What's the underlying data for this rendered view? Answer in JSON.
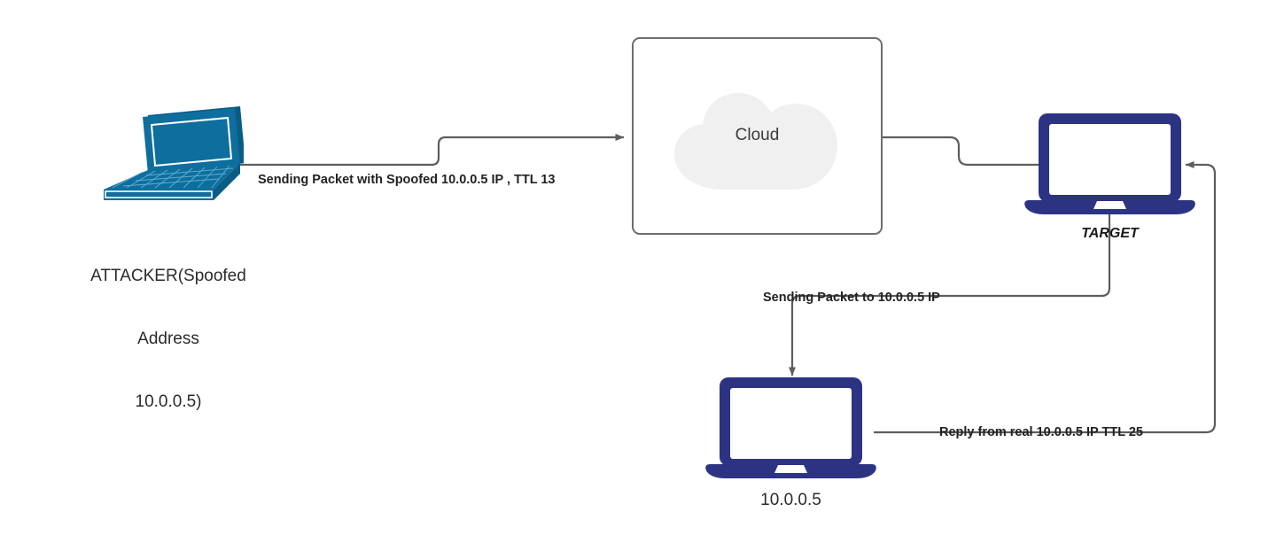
{
  "diagram": {
    "title": "IP Spoofing with TTL analysis network diagram",
    "colors": {
      "navy": "#2d3383",
      "teal": "#0e6e9e",
      "teal_dark": "#0b5c85",
      "teal_light": "#3f93bb",
      "wire": "#5e5e5e",
      "cloud_fill": "#f0f0f0",
      "box_border": "#6d6d6d",
      "text": "#1a1a1a"
    }
  },
  "nodes": {
    "attacker": {
      "label_line1": "ATTACKER(Spoofed",
      "label_line2": "Address",
      "label_line3": "10.0.0.5)",
      "icon": "laptop-isometric-icon"
    },
    "cloud": {
      "label": "Cloud",
      "icon": "cloud-icon"
    },
    "target": {
      "label": "TARGET",
      "icon": "laptop-icon"
    },
    "victim": {
      "label": "10.0.0.5",
      "icon": "laptop-icon"
    }
  },
  "edges": [
    {
      "id": "attacker-to-cloud",
      "label": "Sending Packet with Spoofed 10.0.0.5 IP , TTL 13",
      "from": "attacker",
      "to": "cloud",
      "arrow": "end"
    },
    {
      "id": "cloud-to-target",
      "label": "",
      "from": "cloud",
      "to": "target",
      "arrow": "none"
    },
    {
      "id": "target-to-victim",
      "label": "Sending Packet to 10.0.0.5 IP",
      "from": "target",
      "to": "victim",
      "arrow": "end"
    },
    {
      "id": "victim-to-target",
      "label": "Reply from real 10.0.0.5 IP TTL 25",
      "from": "victim",
      "to": "target",
      "arrow": "end"
    }
  ]
}
